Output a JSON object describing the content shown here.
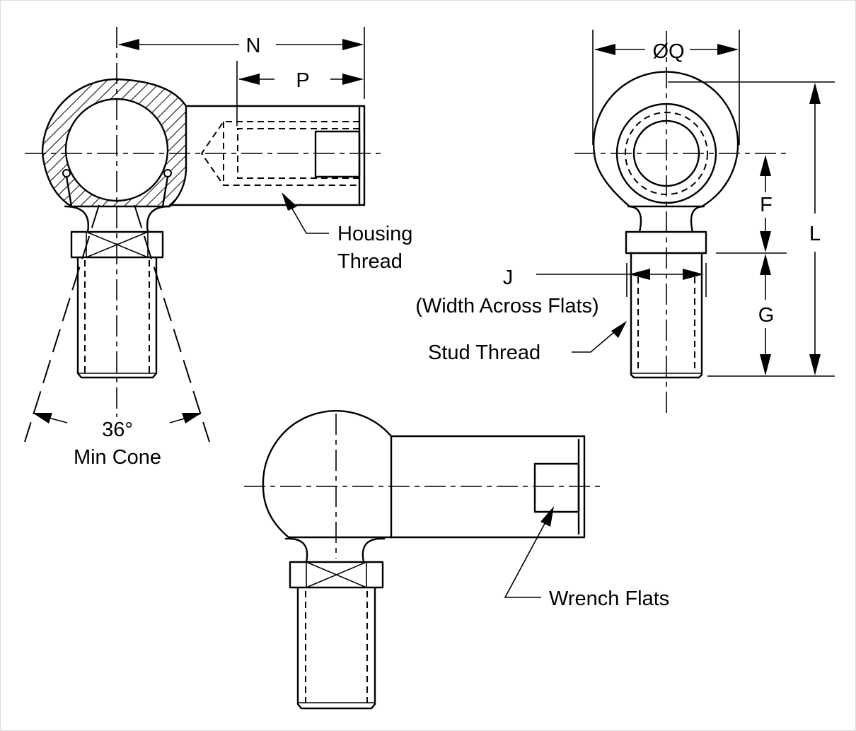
{
  "labels": {
    "N": "N",
    "P": "P",
    "housing_thread_1": "Housing",
    "housing_thread_2": "Thread",
    "cone_angle": "36°",
    "min_cone": "Min Cone",
    "diameter_q": "ØQ",
    "F": "F",
    "L": "L",
    "G": "G",
    "J": "J",
    "width_across_flats": "(Width Across Flats)",
    "stud_thread": "Stud Thread",
    "wrench_flats": "Wrench Flats"
  },
  "colors": {
    "line": "#000000",
    "background": "#ffffff",
    "frame": "#dcdcdc"
  }
}
